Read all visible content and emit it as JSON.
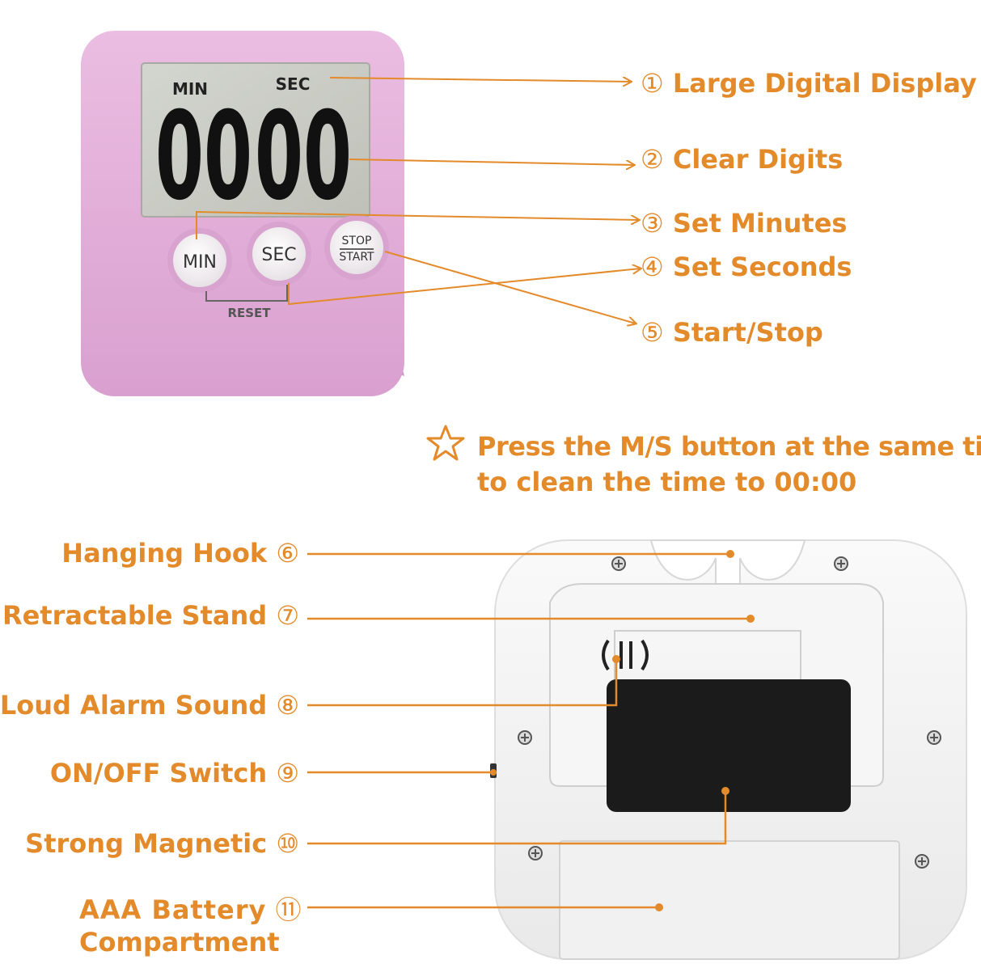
{
  "top_device": {
    "lcd_min": "MIN",
    "lcd_sec": "SEC",
    "digits": "00",
    "btn_min": "MIN",
    "btn_sec": "SEC",
    "btn_stop": "STOP",
    "btn_start": "START",
    "reset": "RESET"
  },
  "top_callouts": [
    {
      "num": "①",
      "label": "Large Digital Display"
    },
    {
      "num": "②",
      "label": "Clear Digits"
    },
    {
      "num": "③",
      "label": "Set Minutes"
    },
    {
      "num": "④",
      "label": "Set Seconds"
    },
    {
      "num": "⑤",
      "label": "Start/Stop"
    }
  ],
  "note": {
    "line1": "Press the M/S button at the same time",
    "line2": "to clean the time to 00:00",
    "icon": "star-outline-icon"
  },
  "bottom_callouts": [
    {
      "num": "⑥",
      "label": "Hanging Hook"
    },
    {
      "num": "⑦",
      "label": "Retractable Stand"
    },
    {
      "num": "⑧",
      "label": "Loud Alarm Sound"
    },
    {
      "num": "⑨",
      "label": "ON/OFF Switch"
    },
    {
      "num": "⑩",
      "label": "Strong Magnetic"
    },
    {
      "num": "⑪",
      "label_line1": "AAA Battery",
      "label_line2": "Compartment"
    }
  ],
  "colors": {
    "accent": "#e38a2a",
    "device_pink": "#e3aed8",
    "lcd": "#c9cbc4",
    "back_white": "#f4f4f4",
    "magnet": "#1b1b1b"
  }
}
